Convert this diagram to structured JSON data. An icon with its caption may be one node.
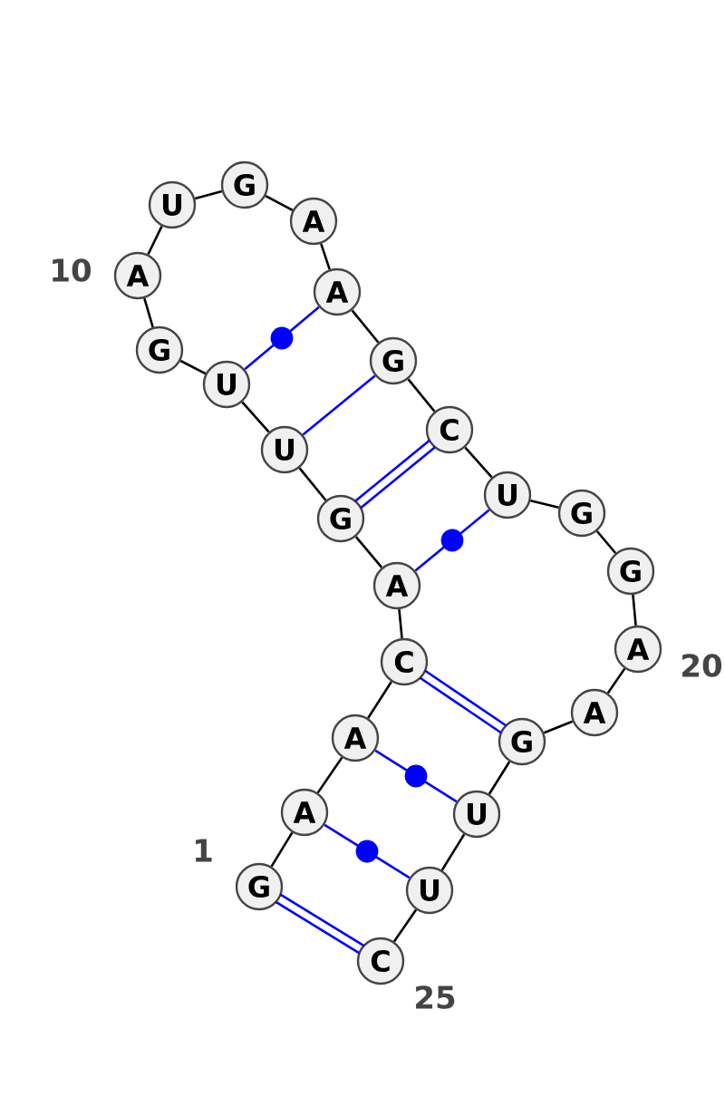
{
  "diagram": {
    "nodes": [
      {
        "text": [
          "G"
        ]
      },
      {
        "text": [
          "A"
        ]
      },
      {
        "text": [
          "A"
        ]
      },
      {
        "text": [
          "C"
        ]
      },
      {
        "text": [
          "A"
        ]
      },
      {
        "text": [
          "G"
        ]
      },
      {
        "text": [
          "U"
        ]
      },
      {
        "text": [
          "U"
        ]
      },
      {
        "text": [
          "G"
        ]
      },
      {
        "text": [
          "A"
        ]
      },
      {
        "text": [
          "U"
        ]
      },
      {
        "text": [
          "G"
        ]
      },
      {
        "text": [
          "A"
        ]
      },
      {
        "text": [
          "A"
        ]
      },
      {
        "text": [
          "G"
        ]
      },
      {
        "text": [
          "C"
        ]
      },
      {
        "text": [
          "U"
        ]
      },
      {
        "text": [
          "G"
        ]
      },
      {
        "text": [
          "G"
        ]
      },
      {
        "text": [
          "A"
        ]
      },
      {
        "text": [
          "A"
        ]
      },
      {
        "text": [
          "G"
        ]
      },
      {
        "text": [
          "U"
        ]
      },
      {
        "text": [
          "U"
        ]
      },
      {
        "text": [
          "C"
        ]
      }
    ],
    "edges": [
      {
        "from": 0,
        "to": 1,
        "arrow": "none"
      },
      {
        "from": 1,
        "to": 2,
        "arrow": "none"
      },
      {
        "from": 2,
        "to": 3,
        "arrow": "none"
      },
      {
        "from": 3,
        "to": 4,
        "arrow": "none"
      },
      {
        "from": 4,
        "to": 5,
        "arrow": "none"
      },
      {
        "from": 5,
        "to": 6,
        "arrow": "none"
      },
      {
        "from": 6,
        "to": 7,
        "arrow": "none"
      },
      {
        "from": 7,
        "to": 8,
        "arrow": "none"
      },
      {
        "from": 8,
        "to": 9,
        "arrow": "none"
      },
      {
        "from": 9,
        "to": 10,
        "arrow": "none"
      },
      {
        "from": 10,
        "to": 11,
        "arrow": "none"
      },
      {
        "from": 11,
        "to": 12,
        "arrow": "none"
      },
      {
        "from": 12,
        "to": 13,
        "arrow": "none"
      },
      {
        "from": 13,
        "to": 14,
        "arrow": "none"
      },
      {
        "from": 14,
        "to": 15,
        "arrow": "none"
      },
      {
        "from": 15,
        "to": 16,
        "arrow": "none"
      },
      {
        "from": 16,
        "to": 17,
        "arrow": "none"
      },
      {
        "from": 17,
        "to": 18,
        "arrow": "none"
      },
      {
        "from": 18,
        "to": 19,
        "arrow": "none"
      },
      {
        "from": 19,
        "to": 20,
        "arrow": "none"
      },
      {
        "from": 20,
        "to": 21,
        "arrow": "none"
      },
      {
        "from": 21,
        "to": 22,
        "arrow": "none"
      },
      {
        "from": 22,
        "to": 23,
        "arrow": "none"
      },
      {
        "from": 23,
        "to": 24,
        "arrow": "none"
      },
      {
        "from": 0,
        "to": 24,
        "arrow": "none",
        "color": "#0000ff"
      },
      {
        "from": 1,
        "to": 23,
        "arrow": "none",
        "color": "#0000ff"
      },
      {
        "from": 2,
        "to": 22,
        "arrow": "none",
        "color": "#0000ff"
      },
      {
        "from": 3,
        "to": 21,
        "arrow": "none",
        "color": "#0000ff"
      },
      {
        "from": 4,
        "to": 16,
        "arrow": "none",
        "color": "#0000ff"
      },
      {
        "from": 5,
        "to": 15,
        "arrow": "none",
        "color": "#0000ff"
      },
      {
        "from": 6,
        "to": 14,
        "arrow": "none",
        "color": "#0000ff"
      },
      {
        "from": 7,
        "to": 13,
        "arrow": "none",
        "color": "#0000ff"
      }
    ],
    "labels": [
      "10",
      "20",
      "1",
      "25"
    ]
  }
}
